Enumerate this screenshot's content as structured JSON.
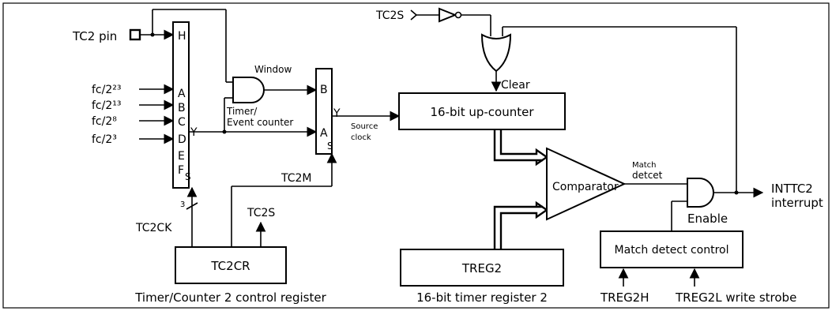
{
  "pins": {
    "tc2_pin": "TC2 pin",
    "tc2s_top": "TC2S",
    "tc2s_bottom": "TC2S",
    "tc2ck": "TC2CK",
    "tc2m": "TC2M",
    "bus_width": "3"
  },
  "clock_inputs": [
    "fc/2²³",
    "fc/2¹³",
    "fc/2⁸",
    "fc/2³"
  ],
  "selector": {
    "inputs": [
      "H",
      "A",
      "B",
      "C",
      "D",
      "E",
      "F"
    ],
    "select": "S",
    "output": "Y"
  },
  "window_labels": {
    "window": "Window",
    "timer_line1": "Timer/",
    "timer_line2": "Event counter"
  },
  "mux2": {
    "b": "B",
    "a": "A",
    "y": "Y",
    "s": "S"
  },
  "source_clock": {
    "line1": "Source",
    "line2": "clock"
  },
  "clear_label": "Clear",
  "blocks": {
    "counter": "16-bit up-counter",
    "comparator": "Comparator",
    "tc2cr": "TC2CR",
    "treg2": "TREG2",
    "match_control": "Match detect control"
  },
  "captions": {
    "tc2cr": "Timer/Counter 2 control register",
    "treg2": "16-bit timer register 2"
  },
  "match": {
    "line1": "Match",
    "line2": "detcet"
  },
  "enable": "Enable",
  "outputs": {
    "line1": "INTTC2",
    "line2": "interrupt"
  },
  "strobes": {
    "treg2h": "TREG2H",
    "treg2l": "TREG2L write strobe"
  }
}
